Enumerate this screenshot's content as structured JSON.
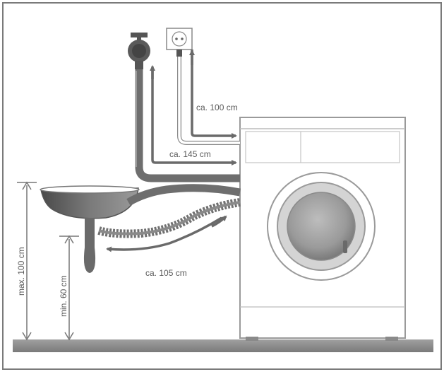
{
  "labels": {
    "power_cable_length": "ca. 100 cm",
    "inlet_hose_length": "ca. 145 cm",
    "drain_hose_length": "ca. 105 cm",
    "max_drain_height": "max. 100 cm",
    "min_drain_height": "min. 60 cm"
  },
  "colors": {
    "hose": "#6e6e6e",
    "arrow": "#6a6a6a",
    "machine_outline": "#9a9a9a",
    "floor": "#8c8c8c"
  }
}
